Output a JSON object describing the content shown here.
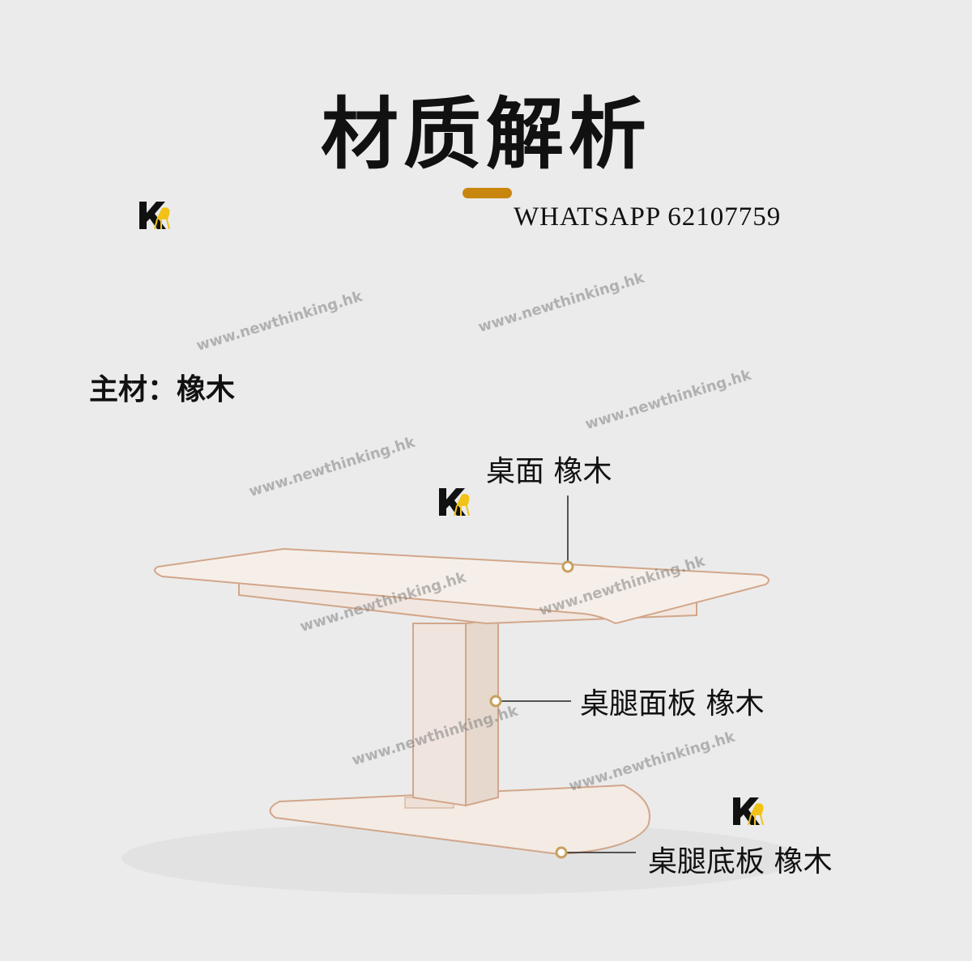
{
  "title": "材质解析",
  "contact": "WHATSAPP 62107759",
  "brand_logo": "K",
  "main_material": "主材：橡木",
  "callouts": [
    {
      "name": "tabletop",
      "text": "桌面 橡木"
    },
    {
      "name": "leg-panel",
      "text": "桌腿面板 橡木"
    },
    {
      "name": "base-plate",
      "text": "桌腿底板 橡木"
    }
  ],
  "watermark": "www.newthinking.hk",
  "colors": {
    "accent": "#c8860f",
    "logo_yellow": "#f2c316",
    "background": "#ebebeb"
  }
}
